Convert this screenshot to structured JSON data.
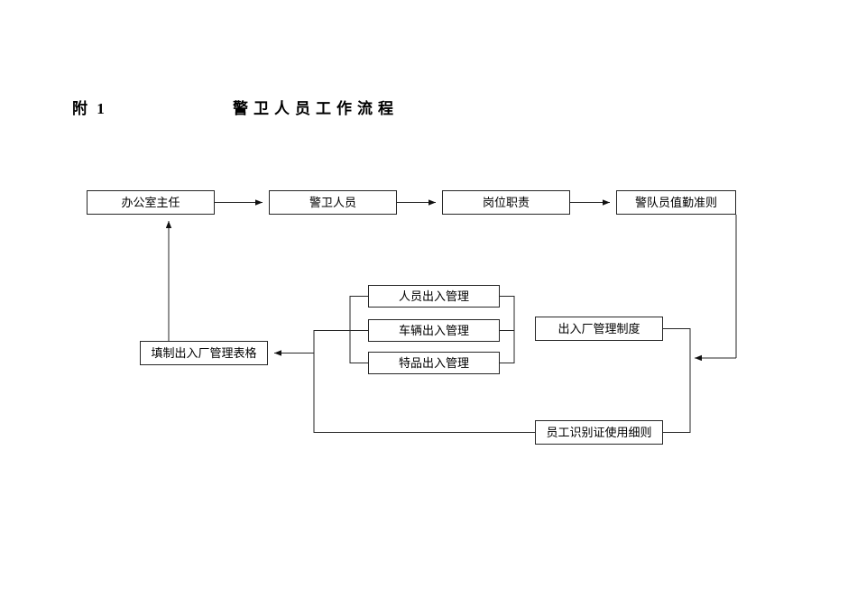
{
  "header": {
    "attachment_label": "附 1",
    "title": "警卫人员工作流程"
  },
  "diagram": {
    "type": "flowchart",
    "nodes": [
      {
        "id": "office",
        "label": "办公室主任"
      },
      {
        "id": "guard",
        "label": "警卫人员"
      },
      {
        "id": "duty",
        "label": "岗位职责"
      },
      {
        "id": "rules",
        "label": "警队员值勤准则"
      },
      {
        "id": "person",
        "label": "人员出入管理"
      },
      {
        "id": "vehicle",
        "label": "车辆出入管理"
      },
      {
        "id": "special",
        "label": "特品出入管理"
      },
      {
        "id": "form",
        "label": "填制出入厂管理表格"
      },
      {
        "id": "system",
        "label": "出入厂管理制度"
      },
      {
        "id": "idcard",
        "label": "员工识别证使用细则"
      }
    ],
    "edges": [
      {
        "from": "office",
        "to": "guard",
        "arrow": true
      },
      {
        "from": "guard",
        "to": "duty",
        "arrow": true
      },
      {
        "from": "duty",
        "to": "rules",
        "arrow": true
      },
      {
        "from": "rules",
        "to": "system",
        "arrow": true
      },
      {
        "from": "person",
        "to": "form",
        "arrow": true
      },
      {
        "from": "vehicle",
        "to": "form",
        "arrow": true
      },
      {
        "from": "special",
        "to": "form",
        "arrow": true
      },
      {
        "from": "form",
        "to": "office",
        "arrow": true
      },
      {
        "from": "system",
        "to": "idcard",
        "arrow": false
      },
      {
        "from": "idcard",
        "to": "form",
        "arrow": false
      }
    ]
  },
  "colors": {
    "line": "#262626",
    "box_border": "#262626",
    "background": "#ffffff",
    "text": "#000000"
  }
}
